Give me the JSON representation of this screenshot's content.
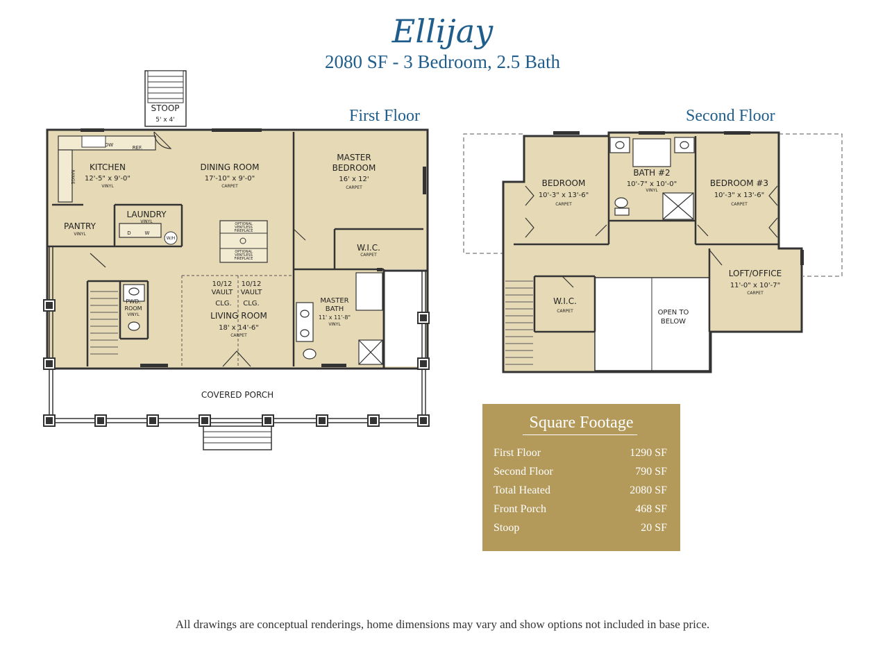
{
  "header": {
    "title": "Ellijay",
    "subtitle": "2080 SF - 3 Bedroom, 2.5 Bath"
  },
  "first_floor": {
    "heading": "First Floor",
    "stoop": {
      "name": "STOOP",
      "dims": "5' x 4'"
    },
    "kitchen": {
      "name": "KITCHEN",
      "dims": "12'-5\" x 9'-0\"",
      "floor": "VINYL"
    },
    "appliances": {
      "dw": "DW",
      "ref": "REF.",
      "range": "RANGE",
      "dryer": "D",
      "washer": "W",
      "wh": "W/H"
    },
    "dining": {
      "name": "DINING ROOM",
      "dims": "17'-10\" x 9'-0\"",
      "floor": "CARPET"
    },
    "master_bedroom": {
      "name_line1": "MASTER",
      "name_line2": "BEDROOM",
      "dims": "16' x 12'",
      "floor": "CARPET"
    },
    "laundry": {
      "name": "LAUNDRY",
      "floor": "VINYL"
    },
    "pantry": {
      "name": "PANTRY",
      "floor": "VINYL"
    },
    "fireplace": {
      "top_line1": "OPTIONAL",
      "top_line2": "VENTLESS",
      "top_line3": "FIREPLACE",
      "bottom_line1": "OPTIONAL",
      "bottom_line2": "VENTLESS",
      "bottom_line3": "FIREPLACE"
    },
    "wic": {
      "name": "W.I.C.",
      "floor": "CARPET"
    },
    "vault": {
      "left_line1": "10/12",
      "left_line2": "VAULT",
      "left_line3": "CLG.",
      "right_line1": "10/12",
      "right_line2": "VAULT",
      "right_line3": "CLG."
    },
    "living": {
      "name": "LIVING ROOM",
      "dims": "18' x 14'-6\"",
      "floor": "CARPET"
    },
    "powder": {
      "name_line1": "PWD.",
      "name_line2": "ROOM",
      "floor": "VINYL"
    },
    "master_bath": {
      "name_line1": "MASTER",
      "name_line2": "BATH",
      "dims": "11' x 11'-8\"",
      "floor": "VINYL"
    },
    "porch": {
      "name": "COVERED PORCH"
    }
  },
  "second_floor": {
    "heading": "Second Floor",
    "bedroom": {
      "name": "BEDROOM",
      "dims": "10'-3\" x 13'-6\"",
      "floor": "CARPET"
    },
    "bath2": {
      "name": "BATH #2",
      "dims": "10'-7\" x 10'-0\"",
      "floor": "VINYL"
    },
    "bedroom3": {
      "name": "BEDROOM #3",
      "dims": "10'-3\" x 13'-6\"",
      "floor": "CARPET"
    },
    "loft": {
      "name": "LOFT/OFFICE",
      "dims": "11'-0\" x 10'-7\"",
      "floor": "CARPET"
    },
    "wic": {
      "name": "W.I.C.",
      "floor": "CARPET"
    },
    "open": {
      "line1": "OPEN TO",
      "line2": "BELOW"
    }
  },
  "square_footage": {
    "title": "Square Footage",
    "rows": [
      {
        "label": "First Floor",
        "value": "1290 SF"
      },
      {
        "label": "Second Floor",
        "value": "790 SF"
      },
      {
        "label": "Total Heated",
        "value": "2080 SF"
      },
      {
        "label": "Front Porch",
        "value": "468 SF"
      },
      {
        "label": "Stoop",
        "value": "20 SF"
      }
    ]
  },
  "colors": {
    "title_blue": "#1f5e8c",
    "room_fill": "#efe3c5",
    "panel_gold": "#b39a5a"
  },
  "disclaimer": "All drawings are conceptual renderings, home dimensions may vary and show options not included in base price."
}
